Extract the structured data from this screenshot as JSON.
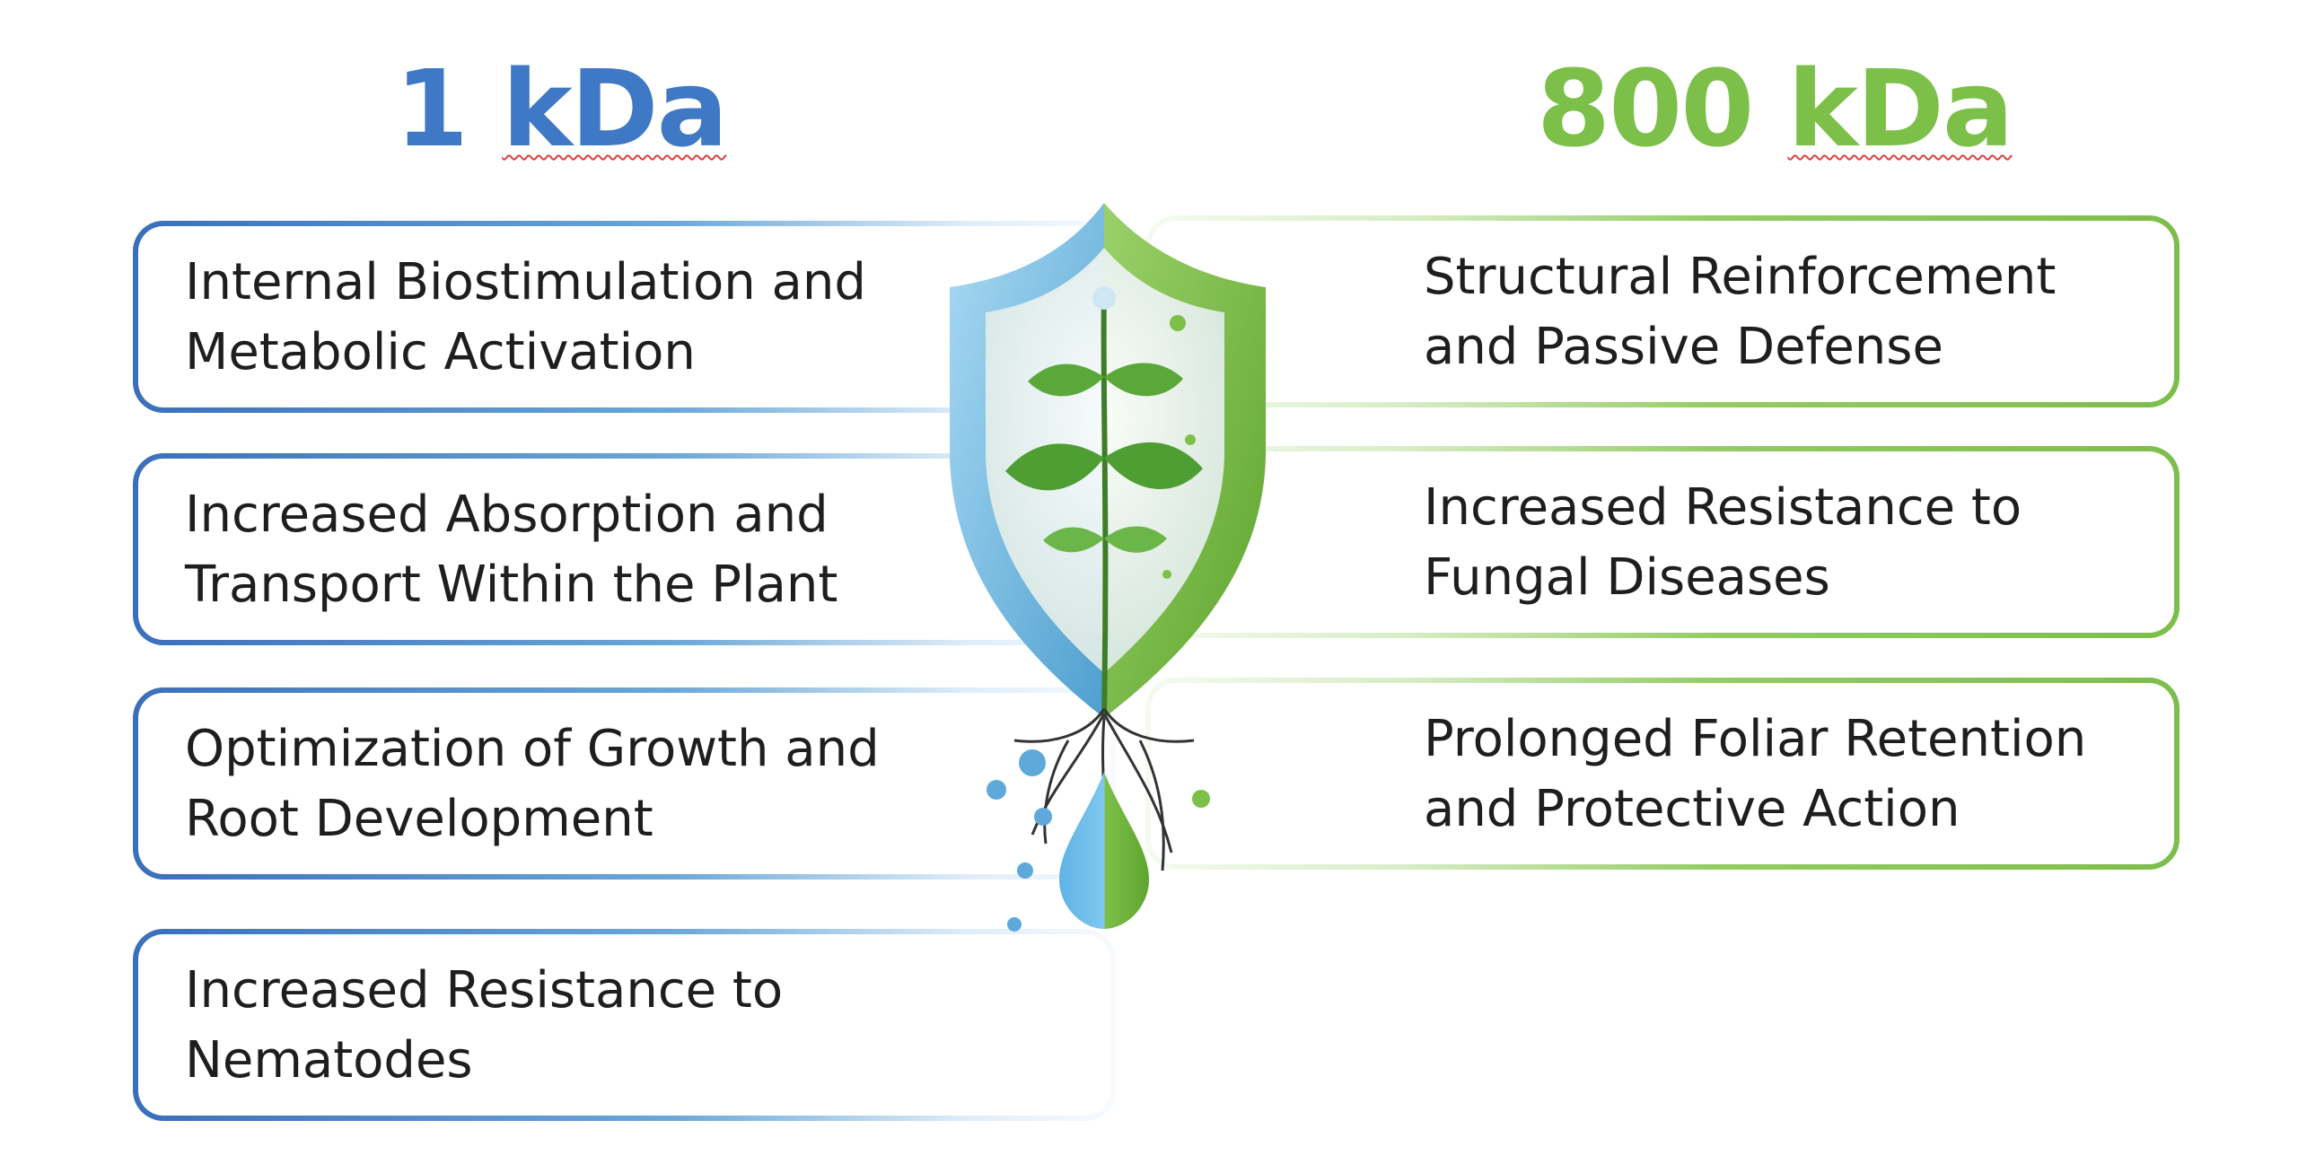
{
  "left_column": {
    "heading": "1 kDa",
    "heading_number": "1",
    "heading_unit": "kDa",
    "color": "#3f78c4",
    "items": [
      {
        "line1": "Internal Biostimulation and",
        "line2": "Metabolic Activation"
      },
      {
        "line1": "Increased Absorption and",
        "line2": "Transport Within the Plant"
      },
      {
        "line1": "Optimization of Growth and",
        "line2": "Root Development"
      },
      {
        "line1": "Increased Resistance to",
        "line2": "Nematodes"
      }
    ]
  },
  "right_column": {
    "heading": "800 kDa",
    "heading_number": "800",
    "heading_unit": "kDa",
    "color": "#7cc04a",
    "items": [
      {
        "line1": "Structural Reinforcement",
        "line2": "and Passive Defense"
      },
      {
        "line1": "Increased Resistance to",
        "line2": "Fungal Diseases"
      },
      {
        "line1": "Prolonged Foliar Retention",
        "line2": "and Protective Action"
      }
    ]
  },
  "illustration": {
    "icons": [
      "shield-icon",
      "plant-icon",
      "roots-icon",
      "water-drop-icon"
    ],
    "shield_left_color": "#7fc0e6",
    "shield_right_color": "#7cc04a"
  }
}
